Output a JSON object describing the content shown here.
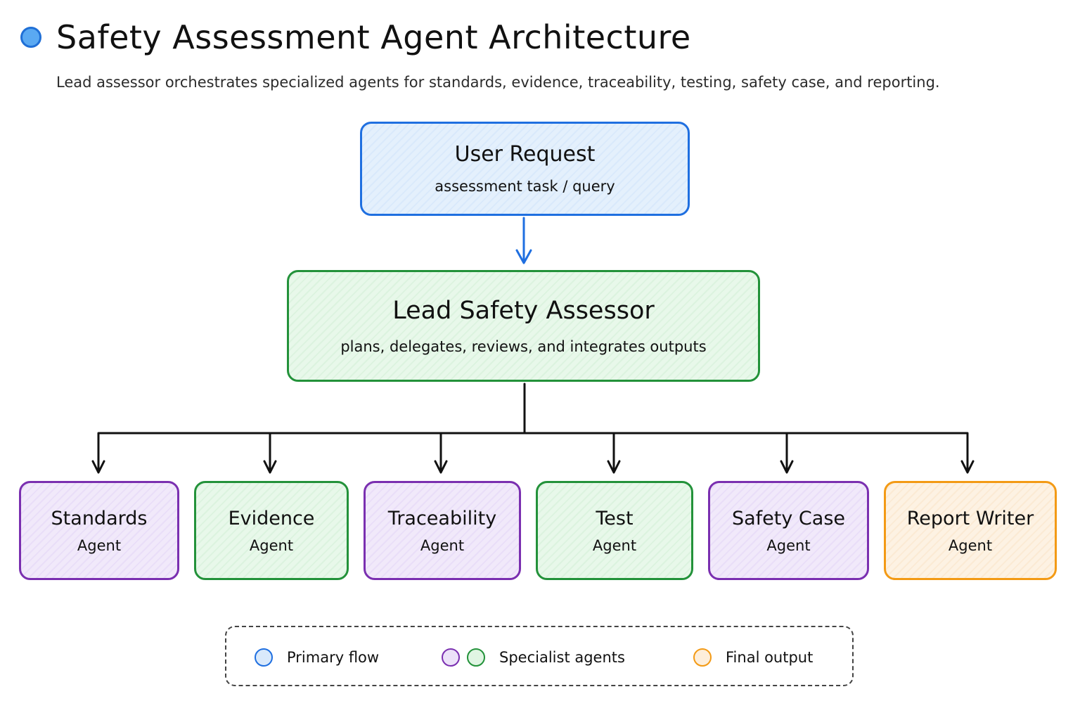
{
  "header": {
    "title": "Safety Assessment Agent Architecture",
    "subtitle": "Lead assessor orchestrates specialized agents for standards, evidence, traceability, testing, safety case, and reporting."
  },
  "nodes": {
    "user_request": {
      "title": "User Request",
      "subtitle": "assessment task / query",
      "color": "#1f6fe0"
    },
    "lead": {
      "title": "Lead Safety Assessor",
      "subtitle": "plans, delegates, reviews, and integrates outputs",
      "color": "#23923a"
    },
    "agents": [
      {
        "title": "Standards",
        "subtitle": "Agent",
        "color": "#7a2fb0"
      },
      {
        "title": "Evidence",
        "subtitle": "Agent",
        "color": "#23923a"
      },
      {
        "title": "Traceability",
        "subtitle": "Agent",
        "color": "#7a2fb0"
      },
      {
        "title": "Test",
        "subtitle": "Agent",
        "color": "#23923a"
      },
      {
        "title": "Safety Case",
        "subtitle": "Agent",
        "color": "#7a2fb0"
      },
      {
        "title": "Report Writer",
        "subtitle": "Agent",
        "color": "#f39a15"
      }
    ]
  },
  "edges": [
    {
      "from": "User Request",
      "to": "Lead Safety Assessor",
      "color": "#1f6fe0"
    },
    {
      "from": "Lead Safety Assessor",
      "to": "Standards"
    },
    {
      "from": "Lead Safety Assessor",
      "to": "Evidence"
    },
    {
      "from": "Lead Safety Assessor",
      "to": "Traceability"
    },
    {
      "from": "Lead Safety Assessor",
      "to": "Test"
    },
    {
      "from": "Lead Safety Assessor",
      "to": "Safety Case"
    },
    {
      "from": "Lead Safety Assessor",
      "to": "Report Writer"
    }
  ],
  "legend": {
    "items": [
      {
        "label": "Primary flow",
        "colors": [
          "#1f6fe0"
        ]
      },
      {
        "label": "Specialist agents",
        "colors": [
          "#7a2fb0",
          "#23923a"
        ]
      },
      {
        "label": "Final output",
        "colors": [
          "#f39a15"
        ]
      }
    ]
  },
  "colors": {
    "title_dot": "#5aa9f2",
    "connector": "#111111",
    "primary_arrow": "#1f6fe0"
  }
}
